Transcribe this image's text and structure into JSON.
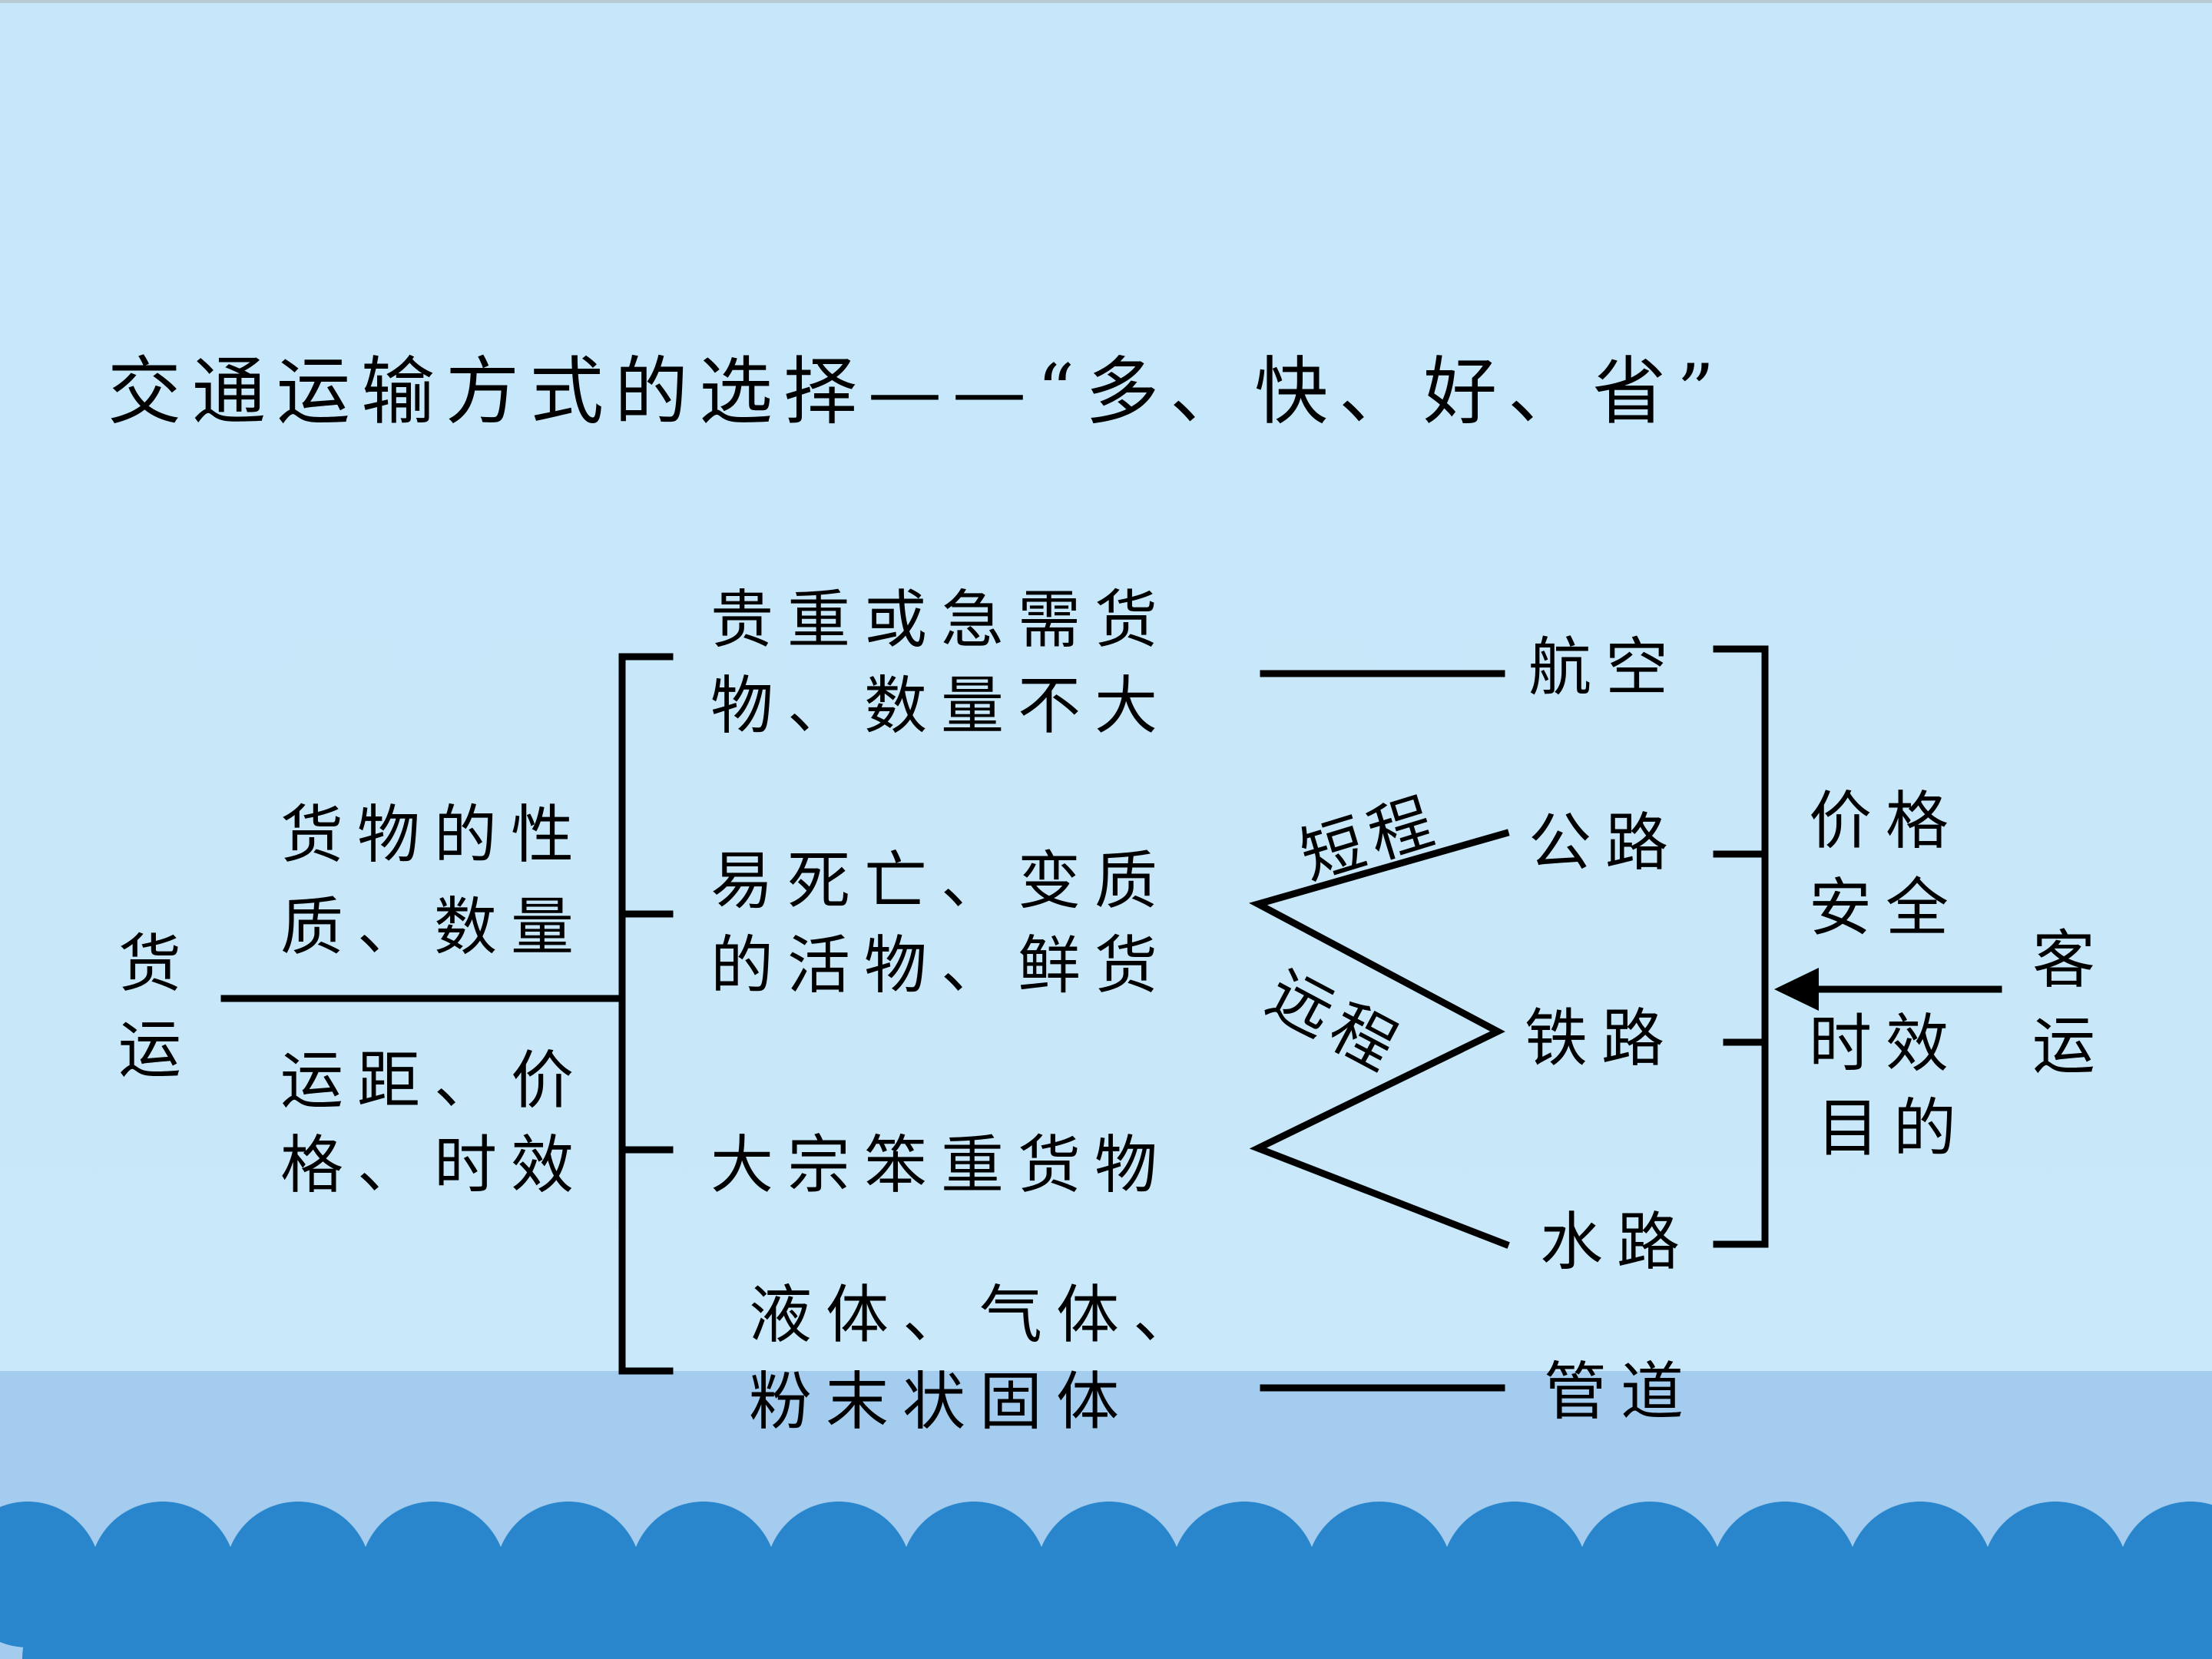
{
  "title": "交通运输方式的选择——“多、快、好、省”",
  "freight": {
    "label": "货运",
    "upper_note": [
      "货物的性",
      "质、数量"
    ],
    "lower_note": [
      "运距、价",
      "格、时效"
    ]
  },
  "goods": [
    [
      "贵重或急需货",
      "物、数量不大"
    ],
    [
      "易死亡、变质",
      "的活物、鲜货"
    ],
    [
      "大宗笨重货物"
    ],
    [
      "液体、气体、",
      "粉末状固体"
    ]
  ],
  "distance": {
    "short": "短程",
    "long": "远程"
  },
  "modes": [
    "航空",
    "公路",
    "铁路",
    "水路",
    "管道"
  ],
  "passenger": {
    "label": "客运",
    "factors_top": [
      "价格",
      "安全"
    ],
    "factors_bottom": [
      "时效",
      "目的"
    ]
  },
  "colors": {
    "sky": "#c6e6f9",
    "band": "#a3ccee",
    "waves": "#2a86cc",
    "lines": "#000000"
  }
}
